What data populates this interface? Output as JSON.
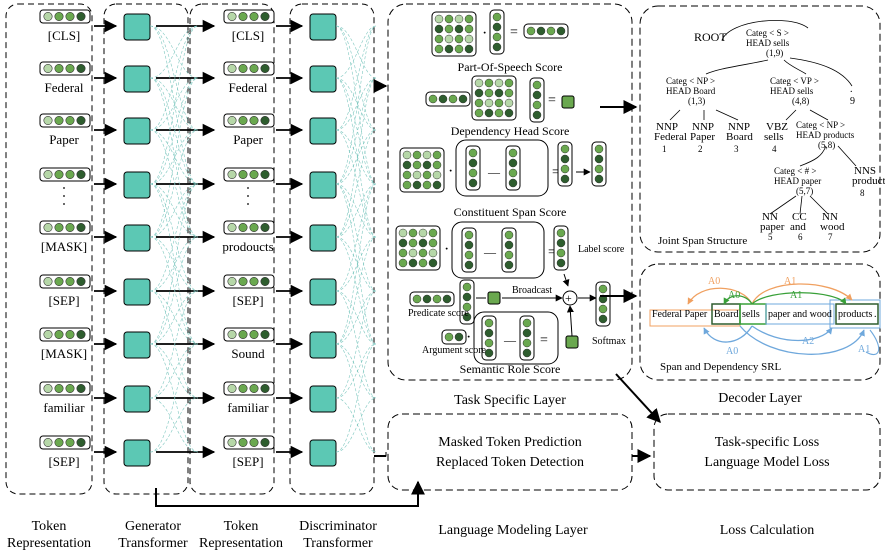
{
  "columns": {
    "token_rep_1": [
      "[CLS]",
      "Federal",
      "Paper",
      "",
      "[MASK]",
      "[SEP]",
      "[MASK]",
      "familiar",
      "[SEP]"
    ],
    "token_rep_2": [
      "[CLS]",
      "Federal",
      "Paper",
      "",
      "prodoucts",
      "[SEP]",
      "Sound",
      "familiar",
      "[SEP]"
    ]
  },
  "bottom_labels": {
    "token_representation_1": "Token Representation",
    "generator": "Generator Transformer",
    "token_representation_2": "Token Representation",
    "discriminator": "Discriminator Transformer",
    "lm_layer": "Language Modeling Layer",
    "loss_calc": "Loss Calculation"
  },
  "task_layer": {
    "title": "Task Specific Layer",
    "pos": "Part-Of-Speech Score",
    "dep": "Dependency Head Score",
    "span": "Constituent Span Score",
    "label_score": "Label score",
    "broadcast": "Broadcast",
    "predicate_score": "Predicate score",
    "argument_score": "Argument score",
    "softmax": "Softmax",
    "srl": "Semantic Role Score"
  },
  "decoder": {
    "title": "Decoder Layer",
    "joint": "Joint Span Structure",
    "srl": "Span and Dependency SRL"
  },
  "lm_box": {
    "line1": "Masked Token Prediction",
    "line2": "Replaced Token Detection"
  },
  "loss_box": {
    "line1": "Task-specific Loss",
    "line2": "Language Model Loss"
  },
  "tree": {
    "root": "ROOT",
    "s_categ": "Categ < S >",
    "s_head": "HEAD sells",
    "s_span": "(1,9)",
    "np_categ": "Categ < NP >",
    "np_head": "HEAD Board",
    "np_span": "(1,3)",
    "vp_categ": "Categ < VP >",
    "vp_head": "HEAD sells",
    "vp_span": "(4,8)",
    "dot": ".",
    "nine": "9",
    "words": [
      {
        "tag": "NNP",
        "word": "Federal",
        "idx": "1"
      },
      {
        "tag": "NNP",
        "word": "Paper",
        "idx": "2"
      },
      {
        "tag": "NNP",
        "word": "Board",
        "idx": "3"
      },
      {
        "tag": "VBZ",
        "word": "sells",
        "idx": "4"
      }
    ],
    "np2_categ": "Categ < NP >",
    "np2_head": "HEAD products",
    "np2_span": "(5,8)",
    "nns": "NNS",
    "products": "products",
    "eight": "8",
    "h_categ": "Categ < # >",
    "h_head": "HEAD paper",
    "h_span": "(5,7)",
    "leaf2": [
      {
        "tag": "NN",
        "word": "paper",
        "idx": "5"
      },
      {
        "tag": "CC",
        "word": "and",
        "idx": "6"
      },
      {
        "tag": "NN",
        "word": "wood",
        "idx": "7"
      }
    ]
  },
  "srl": {
    "sentence": [
      "Federal Paper",
      "Board",
      "sells",
      "paper and wood",
      "products",
      "."
    ],
    "arcs_top": [
      "A0",
      "A1",
      "A0",
      "A1"
    ],
    "arcs_bottom": [
      "A0",
      "A2",
      "A1"
    ]
  },
  "colors": {
    "teal": "#5cc8b4",
    "green_dark": "#2e5d2e",
    "green_mid": "#6aa84f",
    "green_light": "#b6d7a8",
    "orange": "#f0a060",
    "blue": "#6fa8dc",
    "green_arc": "#38a038"
  }
}
